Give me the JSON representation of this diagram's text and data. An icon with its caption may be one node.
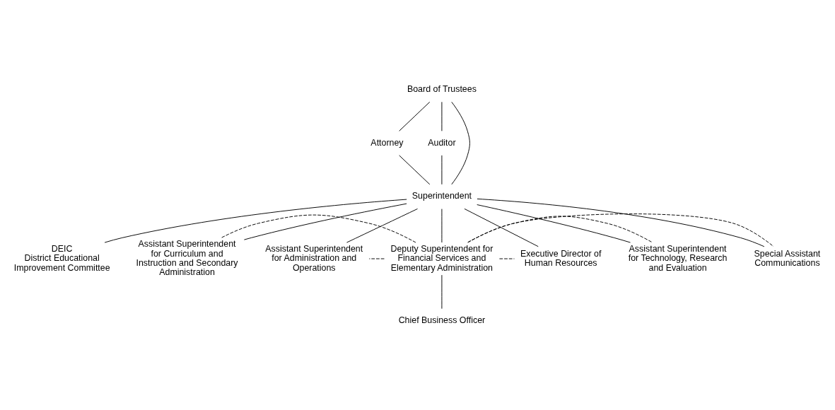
{
  "diagram": {
    "nodes": [
      {
        "text": [
          "Board of Trustees"
        ]
      },
      {
        "text": [
          "Attorney"
        ]
      },
      {
        "text": [
          "Auditor"
        ]
      },
      {
        "text": [
          "Superintendent"
        ]
      },
      {
        "text": [
          "DEIC",
          "District Educational Improvement Committee"
        ]
      },
      {
        "text": [
          "Assistant Superintendent for Curriculum and Instruction and Secondary Administration"
        ]
      },
      {
        "text": [
          "Assistant Superintendent for Administration and Operations"
        ]
      },
      {
        "text": [
          "Deputy Superintendent for Financial Services and Elementary Administration"
        ]
      },
      {
        "text": [
          "Chief Business Officer"
        ]
      },
      {
        "text": [
          "Executive Director of Human Resources"
        ]
      },
      {
        "text": [
          "Assistant Superintendent for Technology, Research and Evaluation"
        ]
      },
      {
        "text": [
          "Special Assistant Communications"
        ]
      }
    ],
    "edges": [
      {
        "from": 0,
        "to": 3,
        "arrow": "none"
      },
      {
        "from": 0,
        "to": 1,
        "arrow": "none"
      },
      {
        "from": 1,
        "to": 3,
        "arrow": "none"
      },
      {
        "from": 0,
        "to": 2,
        "arrow": "none"
      },
      {
        "from": 2,
        "to": 3,
        "arrow": "none"
      },
      {
        "from": 3,
        "to": 4,
        "arrow": "none"
      },
      {
        "from": 3,
        "to": 5,
        "arrow": "none"
      },
      {
        "from": 3,
        "to": 6,
        "arrow": "none"
      },
      {
        "from": 3,
        "to": 7,
        "arrow": "none"
      },
      {
        "from": 3,
        "to": 9,
        "arrow": "none"
      },
      {
        "from": 3,
        "to": 10,
        "arrow": "none"
      },
      {
        "from": 3,
        "to": 11,
        "arrow": "none"
      },
      {
        "from": 7,
        "to": 8,
        "arrow": "none"
      },
      {
        "from": 7,
        "to": 5,
        "arrow": "none",
        "style": "dashed"
      },
      {
        "from": 7,
        "to": 6,
        "arrow": "none",
        "style": "dashed"
      },
      {
        "from": 7,
        "to": 9,
        "arrow": "none",
        "style": "dashed"
      },
      {
        "from": 7,
        "to": 10,
        "arrow": "none",
        "style": "dashed"
      },
      {
        "from": 7,
        "to": 11,
        "arrow": "none",
        "style": "dashed"
      }
    ]
  }
}
